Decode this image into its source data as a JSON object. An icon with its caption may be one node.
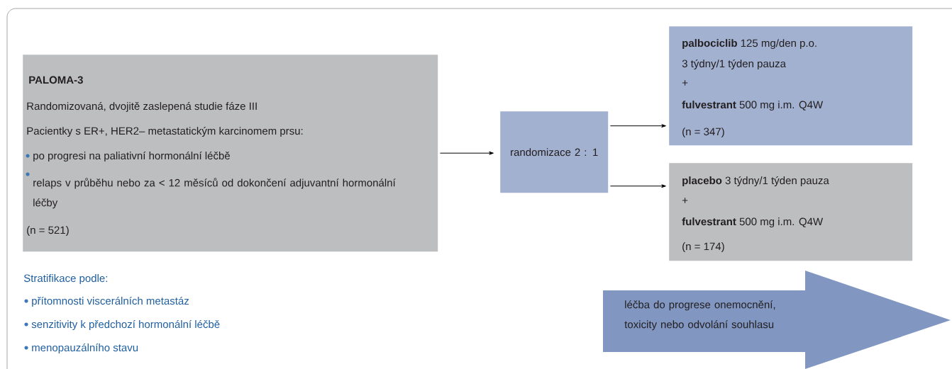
{
  "diagram": {
    "nodes": [
      {
        "text": [
          "PALOMA-3",
          "Randomizovaná, dvojitě zaslepená studie fáze III",
          "Pacientky s ER+, HER2– metastatickým karcinomem prsu:",
          "po progresi na paliativní hormonální léčbě",
          "relaps v průběhu nebo za < 12 měsíců od dokončení adjuvantní hormonální léčby",
          "(n = 521)"
        ]
      },
      {
        "text": [
          "randomizace 2 : 1"
        ]
      },
      {
        "text": [
          "**palbociclib** 125 mg/den p.o.",
          "3 týdny/1 týden pauza",
          "+",
          "**fulvestrant** 500 mg i.m. Q4W",
          "(n = 347)"
        ]
      },
      {
        "text": [
          "**placebo** 3 týdny/1 týden pauza",
          "+",
          "**fulvestrant** 500 mg i.m. Q4W",
          "(n = 174)"
        ]
      },
      {
        "text": [
          "léčba do progrese onemocnění, toxicity nebo odvolání souhlasu"
        ]
      }
    ],
    "edges": [
      {
        "from": 0,
        "to": 1,
        "arrow": "to"
      },
      {
        "from": 1,
        "to": 2,
        "arrow": "to"
      },
      {
        "from": 1,
        "to": 3,
        "arrow": "to"
      }
    ],
    "labels": [
      "Stratifikace podle:",
      "přítomnosti viscerálních metastáz",
      "senzitivity k předchozí hormonální léčbě",
      "menopauzálního stavu"
    ]
  }
}
